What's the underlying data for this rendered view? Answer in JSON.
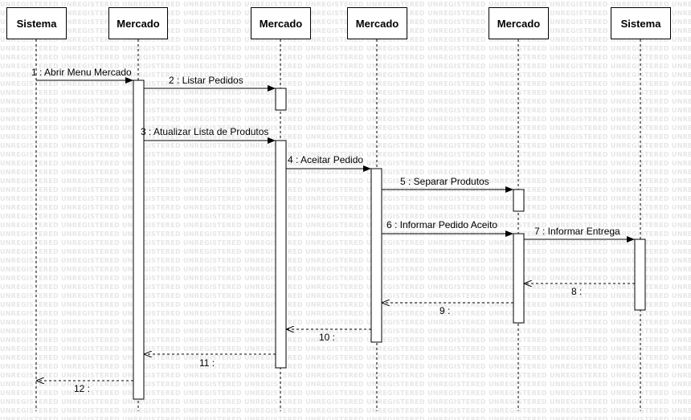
{
  "watermark_word": "UNREGISTERED",
  "participants": [
    {
      "name": "Sistema"
    },
    {
      "name": "Mercado"
    },
    {
      "name": "Mercado"
    },
    {
      "name": "Mercado"
    },
    {
      "name": "Mercado"
    },
    {
      "name": "Sistema"
    }
  ],
  "messages": [
    {
      "label": "1 : Abrir Menu Mercado",
      "from": 0,
      "to": 1,
      "kind": "call"
    },
    {
      "label": "2 : Listar Pedidos",
      "from": 1,
      "to": 2,
      "kind": "call"
    },
    {
      "label": "3 : Atualizar Lista de Produtos",
      "from": 1,
      "to": 2,
      "kind": "call"
    },
    {
      "label": "4 : Aceitar Pedido",
      "from": 2,
      "to": 3,
      "kind": "call"
    },
    {
      "label": "5 : Separar Produtos",
      "from": 3,
      "to": 4,
      "kind": "call"
    },
    {
      "label": "6 : Informar Pedido Aceito",
      "from": 3,
      "to": 4,
      "kind": "call"
    },
    {
      "label": "7 : Informar Entrega",
      "from": 4,
      "to": 5,
      "kind": "call"
    },
    {
      "label": "8 :",
      "from": 5,
      "to": 4,
      "kind": "return"
    },
    {
      "label": "9 :",
      "from": 4,
      "to": 3,
      "kind": "return"
    },
    {
      "label": "10 :",
      "from": 3,
      "to": 2,
      "kind": "return"
    },
    {
      "label": "11 :",
      "from": 2,
      "to": 1,
      "kind": "return"
    },
    {
      "label": "12 :",
      "from": 1,
      "to": 0,
      "kind": "return"
    }
  ]
}
